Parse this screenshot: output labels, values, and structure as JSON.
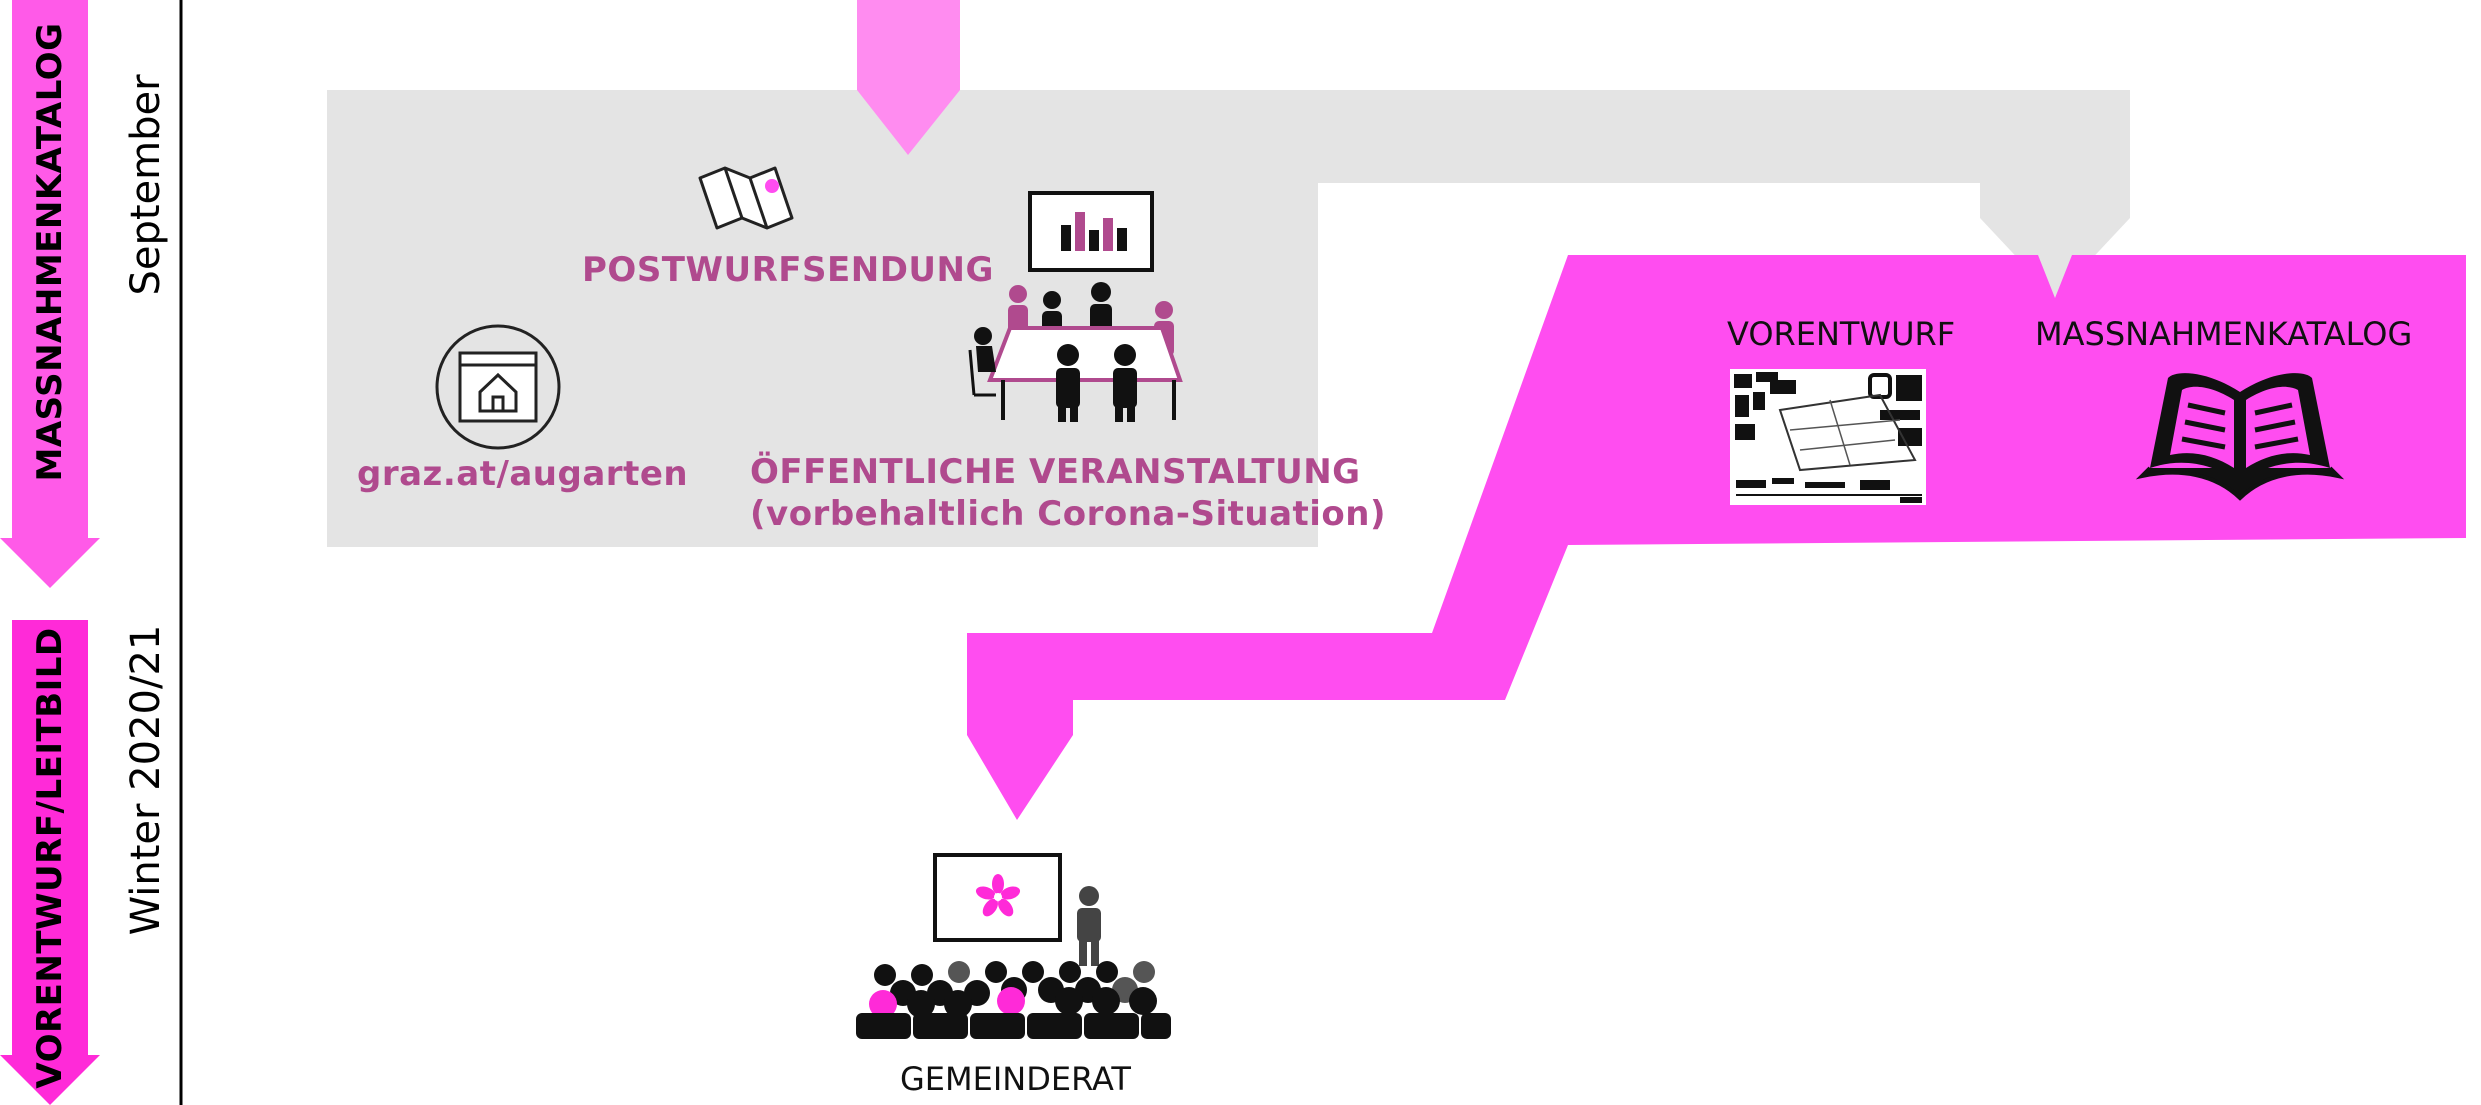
{
  "timeline": {
    "phase_1": "MASSNAHMENKATALOG",
    "phase_2": "VORENTWURF/LEITBILD",
    "season_1": "September",
    "season_2": "Winter 2020/21"
  },
  "info_box": {
    "items": {
      "postwurf": "POSTWURFSENDUNG",
      "website": "graz.at/augarten",
      "event_line1": "ÖFFENTLICHE VERANSTALTUNG",
      "event_line2": "(vorbehaltlich Corona-Situation)"
    }
  },
  "output_band": {
    "vorentwurf": "VORENTWURF",
    "katalog": "MASSNAHMENKATALOG"
  },
  "council": {
    "label": "GEMEINDERAT"
  },
  "colors": {
    "magenta": "#ff4df0",
    "light_magenta": "#ff8cf0",
    "mauve": "#b04a8e",
    "gray": "#e4e4e4",
    "phase_arrow": "#ff5ae8"
  }
}
